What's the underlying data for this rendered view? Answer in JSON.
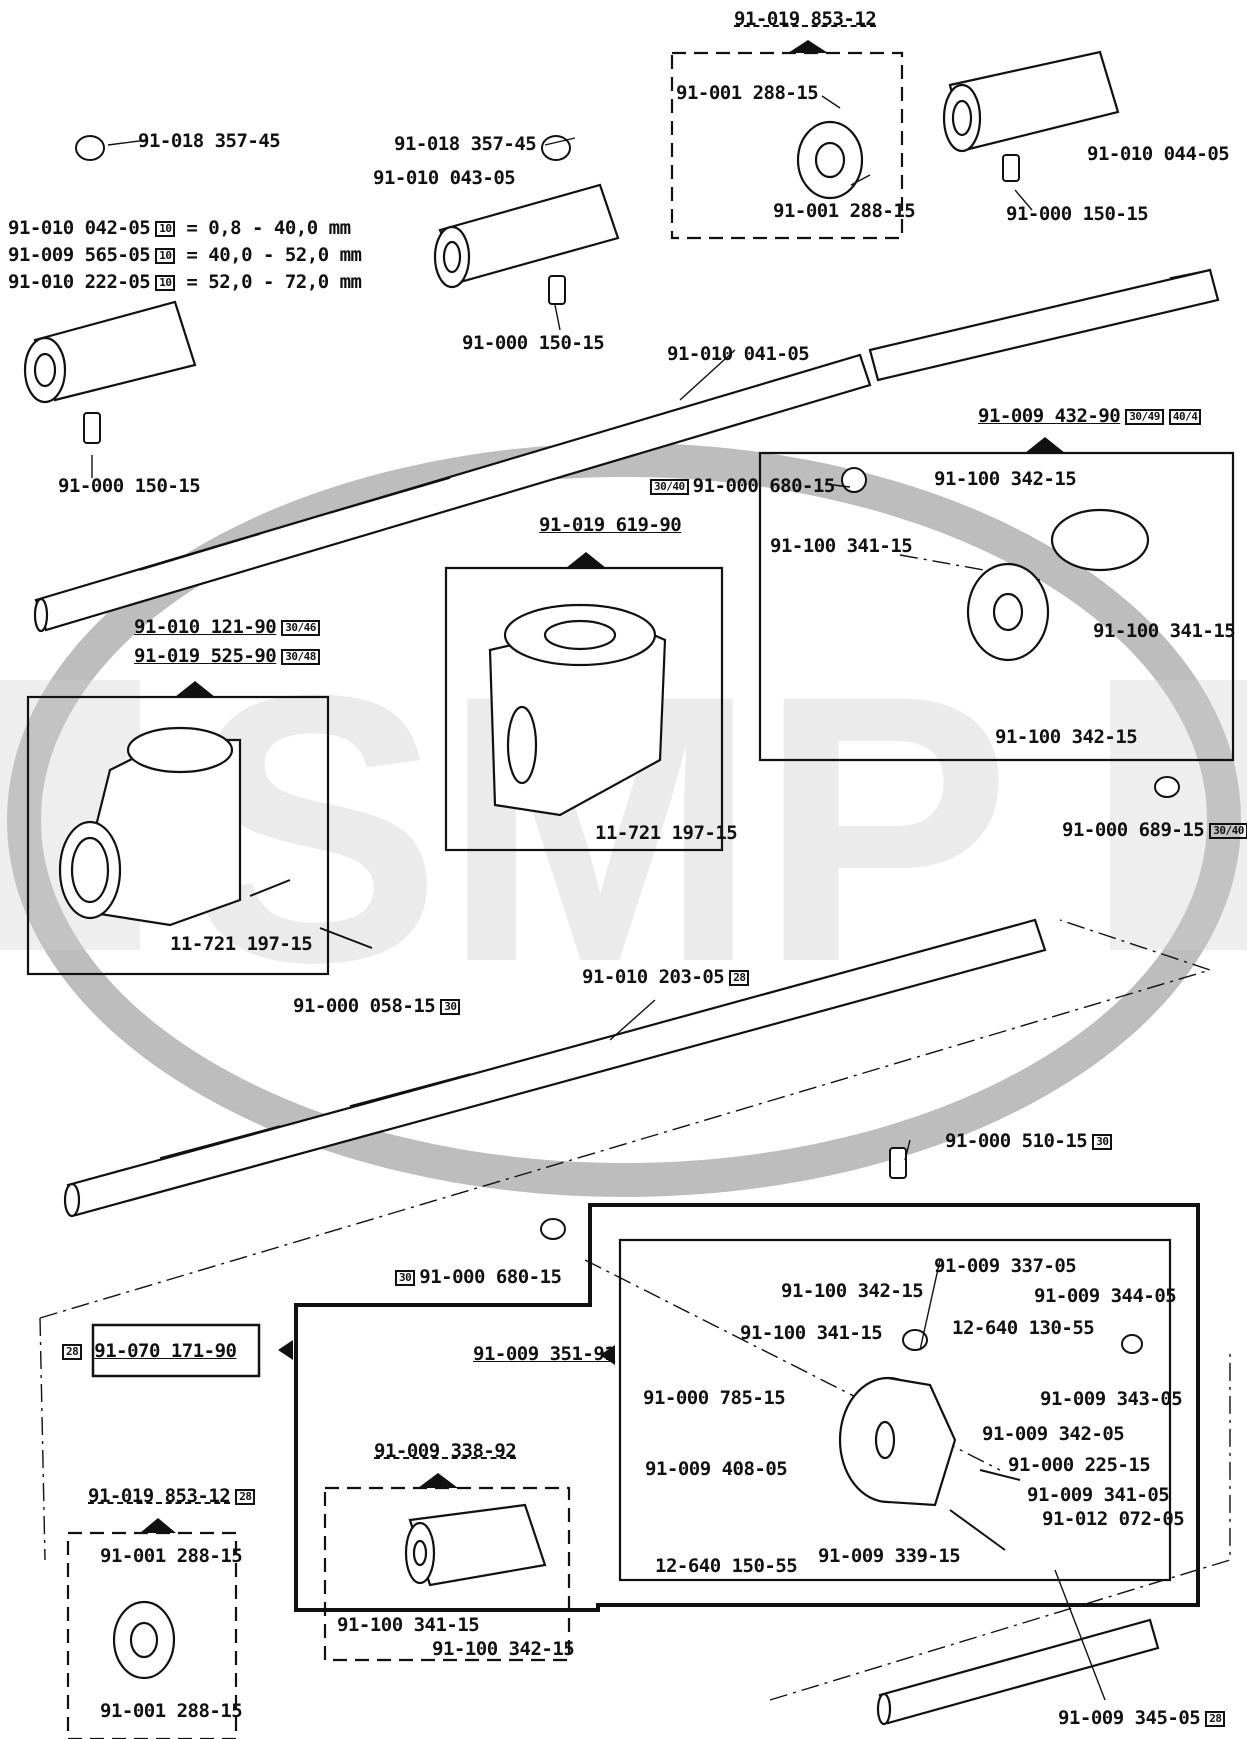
{
  "labels": {
    "a01": "91-019 853-12",
    "a02": "91-001 288-15",
    "a03": "91-001 288-15",
    "a04": "91-010 044-05",
    "a05": "91-000 150-15",
    "a06": "91-018 357-45",
    "a07": "91-018 357-45",
    "a08": "91-010 043-05",
    "a09": "91-000 150-15",
    "a10": "91-010 042-05",
    "a10b": "= 0,8 - 40,0 mm",
    "a11": "91-009 565-05",
    "a11b": "= 40,0 - 52,0 mm",
    "a12": "91-010 222-05",
    "a12b": "= 52,0 - 72,0 mm",
    "a13": "91-000 150-15",
    "a14": "91-010 041-05",
    "a15": "91-009 432-90",
    "a16": "91-000 680-15",
    "a17": "91-100 342-15",
    "a18": "91-100 341-15",
    "a19": "91-100 341-15",
    "a20": "91-100 342-15",
    "a21": "91-000 689-15",
    "a22": "91-019 619-90",
    "a23": "11-721 197-15",
    "a24": "91-010 121-90",
    "a25": "91-019 525-90",
    "a26": "11-721 197-15",
    "a27": "91-000 058-15",
    "a28": "91-010 203-05",
    "a29": "91-000 510-15",
    "a30": "91-000 680-15",
    "a31": "91-070 171-90",
    "a32": "91-009 351-91",
    "a33": "91-100 342-15",
    "a34": "91-009 337-05",
    "a35": "91-009 344-05",
    "a36": "12-640 130-55",
    "a37": "91-100 341-15",
    "a38": "91-009 343-05",
    "a39": "91-000 785-15",
    "a40": "91-009 342-05",
    "a41": "91-009 408-05",
    "a42": "91-000 225-15",
    "a43": "91-009 341-05",
    "a44": "91-012 072-05",
    "a45": "12-640 150-55",
    "a46": "91-009 339-15",
    "a47": "91-009 338-92",
    "a48": "91-100 341-15",
    "a49": "91-100 342-15",
    "a50": "91-019 853-12",
    "a51": "91-001 288-15",
    "a52": "91-001 288-15",
    "a53": "91-009 345-05"
  },
  "tags": {
    "t10": "10",
    "t11": "10",
    "t12": "10",
    "t15a": "30/49",
    "t15b": "40/4",
    "t16": "30/40",
    "t21": "30/40",
    "t24": "30/46",
    "t25": "30/48",
    "t27": "30",
    "t28": "28",
    "t29": "30",
    "t30": "30",
    "t31": "28",
    "t50": "28",
    "t53": "28"
  },
  "colors": {
    "ink": "#111111",
    "watermark": "#bdbdbd"
  }
}
